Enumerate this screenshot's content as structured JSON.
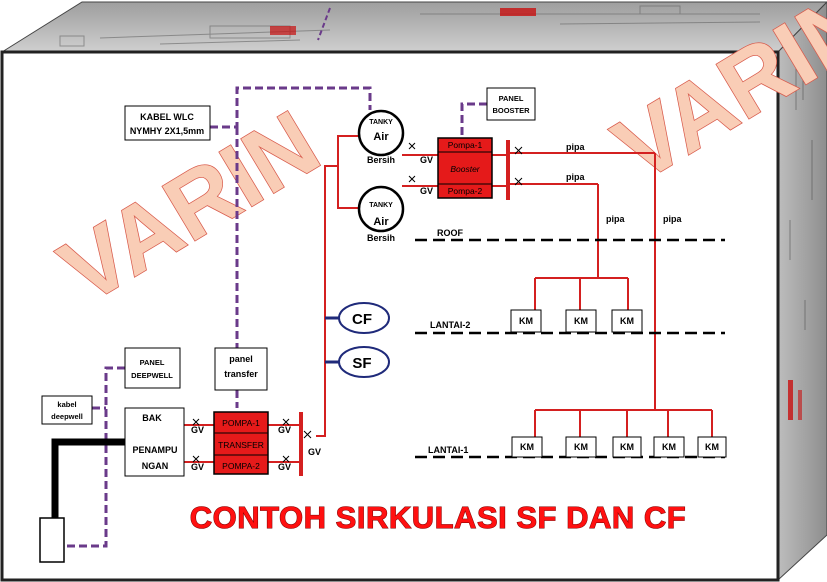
{
  "title": "CONTOH SIRKULASI SF DAN CF",
  "watermark": "VARIN",
  "colors": {
    "red_pipe": "#d42020",
    "pump_fill": "#e51a1a",
    "dashed_wire": "#6a3a8a",
    "riser_circle": "#1f2a7a",
    "title_red": "#ff1010",
    "frame_grey": "#b8b8b8"
  },
  "boxes": {
    "kabel_wlc_1": "KABEL WLC",
    "kabel_wlc_2": "NYMHY 2X1,5mm",
    "panel_booster_1": "PANEL",
    "panel_booster_2": "BOOSTER",
    "panel_deepwell_1": "PANEL",
    "panel_deepwell_2": "DEEPWELL",
    "panel_transfer_1": "panel",
    "panel_transfer_2": "transfer",
    "kabel_deepwell_1": "kabel",
    "kabel_deepwell_2": "deepwell",
    "bak_1": "BAK",
    "bak_2": "PENAMPU",
    "bak_3": "NGAN"
  },
  "tanks": [
    {
      "l1": "TANKY",
      "l2": "Air",
      "l3": "Bersih"
    },
    {
      "l1": "TANKY",
      "l2": "Air",
      "l3": "Bersih"
    }
  ],
  "booster": {
    "top": "Pompa-1",
    "mid": "Booster",
    "bot": "Pompa-2"
  },
  "transfer": {
    "top": "POMPA-1",
    "mid": "TRANSFER",
    "bot": "POMPA-2"
  },
  "valve": "GV",
  "pipe": "pipa",
  "risers": {
    "cf": "CF",
    "sf": "SF"
  },
  "floors": {
    "roof": "ROOF",
    "l2": "LANTAI-2",
    "l1": "LANTAI-1"
  },
  "km": "KM"
}
